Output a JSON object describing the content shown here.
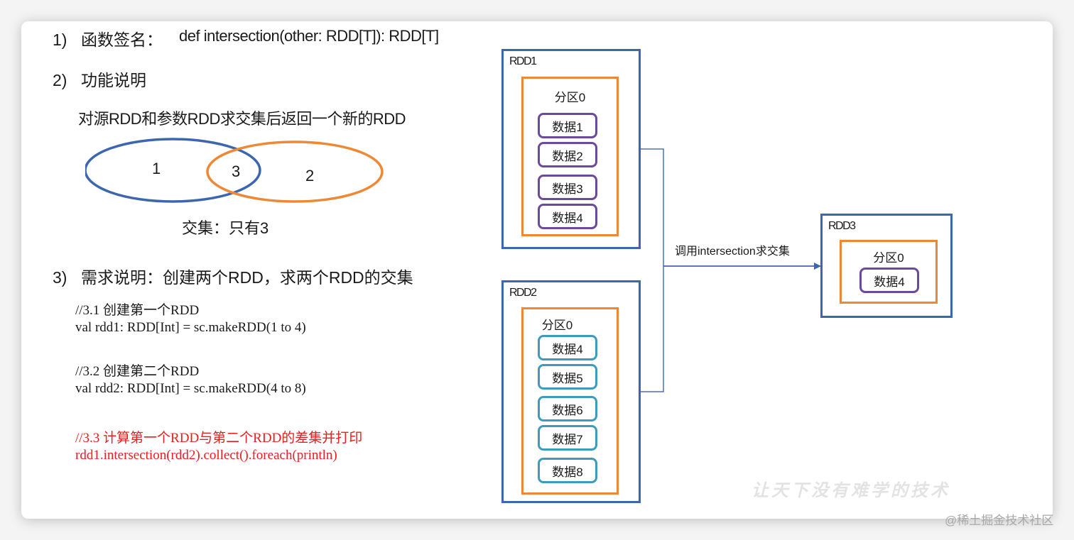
{
  "sections": {
    "signature": {
      "number": "1)",
      "label": "函数签名：",
      "code": "def intersection(other: RDD[T]): RDD[T]"
    },
    "function": {
      "number": "2)",
      "label": "功能说明",
      "description": "对源RDD和参数RDD求交集后返回一个新的RDD"
    },
    "requirement": {
      "number": "3)",
      "label": "需求说明：创建两个RDD，求两个RDD的交集"
    }
  },
  "venn": {
    "left_label": "1",
    "middle_label": "3",
    "right_label": "2",
    "caption": "交集：只有3",
    "left_color": "#3d66b0",
    "right_color": "#ef8834"
  },
  "code": {
    "block1": [
      "//3.1 创建第一个RDD",
      "val rdd1: RDD[Int] = sc.makeRDD(1 to 4)"
    ],
    "block2": [
      "//3.2 创建第二个RDD",
      "val rdd2: RDD[Int] = sc.makeRDD(4 to 8)"
    ],
    "block3": [
      "//3.3 计算第一个RDD与第二个RDD的差集并打印",
      "rdd1.intersection(rdd2).collect().foreach(println)"
    ],
    "highlight_color": "#ee1c1c"
  },
  "diagram": {
    "rdd1": {
      "title": "RDD1",
      "partition": "分区0",
      "items": [
        "数据1",
        "数据2",
        "数据3",
        "数据4"
      ]
    },
    "rdd2": {
      "title": "RDD2",
      "partition": "分区0",
      "items": [
        "数据4",
        "数据5",
        "数据6",
        "数据7",
        "数据8"
      ]
    },
    "rdd3": {
      "title": "RDD3",
      "partition": "分区0",
      "items": [
        "数据4"
      ]
    },
    "call_label": "调用intersection求交集",
    "colors": {
      "rdd": "#3d66b0",
      "partition": "#ef8834",
      "rdd1_item": "#6b4a9c",
      "rdd2_item": "#3d9bbd",
      "connector": "#4a72b8"
    }
  },
  "watermark": "让天下没有难学的技术",
  "source_credit": "@稀土掘金技术社区"
}
